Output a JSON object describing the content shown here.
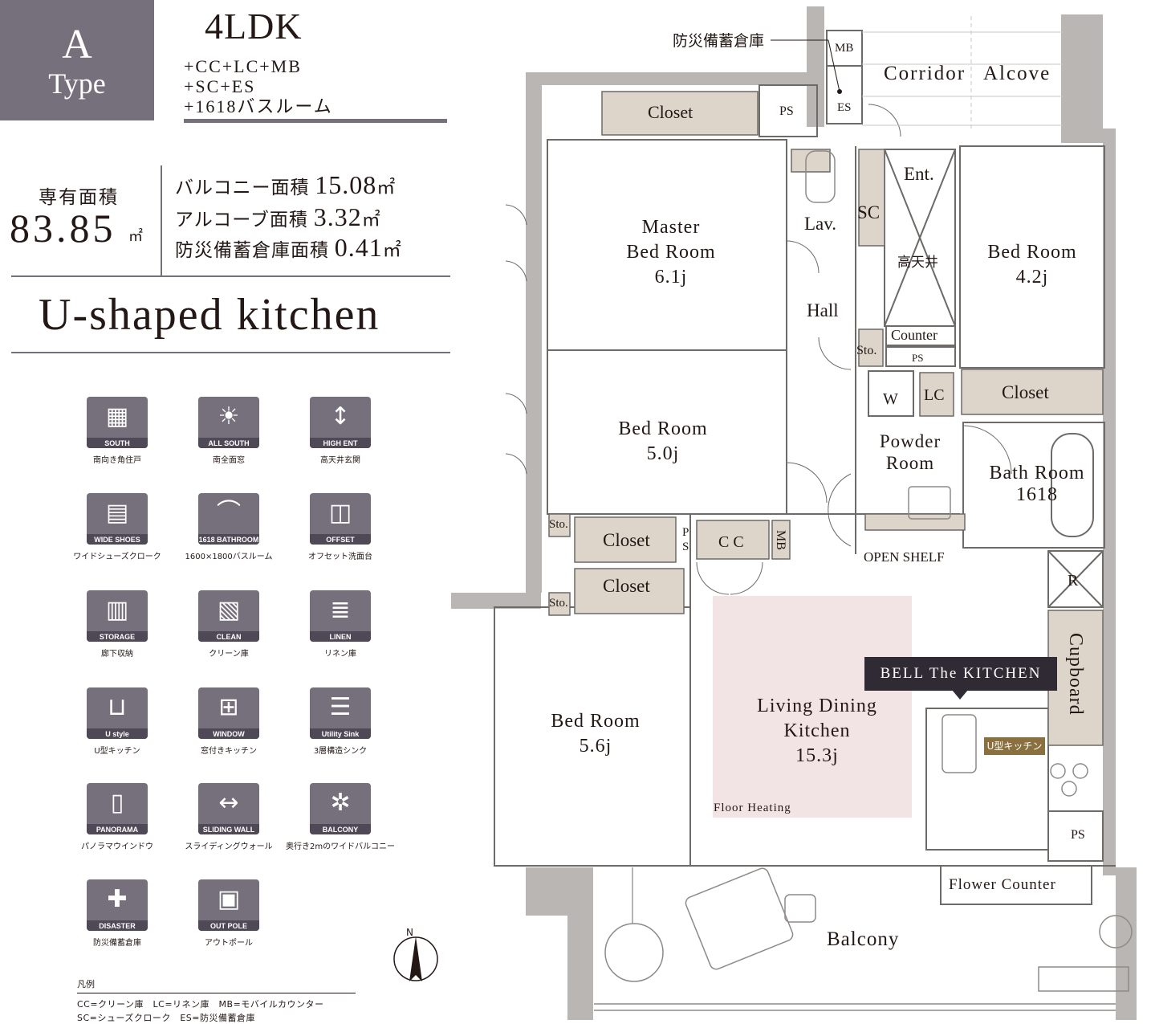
{
  "header": {
    "type_letter": "A",
    "type_word": "Type",
    "layout": "4LDK",
    "options": [
      "+CC+LC+MB",
      "+SC+ES",
      "+1618バスルーム"
    ]
  },
  "area": {
    "label": "専有面積",
    "value": "83.85",
    "unit": "㎡",
    "sub": [
      {
        "label": "バルコニー面積",
        "value": "15.08",
        "unit": "㎡"
      },
      {
        "label": "アルコーブ面積",
        "value": "3.32",
        "unit": "㎡"
      },
      {
        "label": "防災備蓄倉庫面積",
        "value": "0.41",
        "unit": "㎡"
      }
    ]
  },
  "kitchen_heading": "U-shaped kitchen",
  "features": [
    {
      "icon": "south-building-icon",
      "caption": "SOUTH",
      "glyph": "▦",
      "label": "南向き角住戸"
    },
    {
      "icon": "all-south-window-icon",
      "caption": "ALL SOUTH",
      "glyph": "☀",
      "label": "南全面窓"
    },
    {
      "icon": "high-entrance-icon",
      "caption": "HIGH ENT",
      "glyph": "↕",
      "label": "高天井玄関"
    },
    {
      "icon": "wide-shoes-icon",
      "caption": "WIDE SHOES",
      "glyph": "▤",
      "label": "ワイドシューズクローク"
    },
    {
      "icon": "bathroom-1618-icon",
      "caption": "1618 BATHROOM",
      "glyph": "⌒",
      "label": "1600×1800バスルーム"
    },
    {
      "icon": "offset-sink-icon",
      "caption": "OFFSET",
      "glyph": "◫",
      "label": "オフセット洗面台"
    },
    {
      "icon": "storage-icon",
      "caption": "STORAGE",
      "glyph": "▥",
      "label": "廊下収納"
    },
    {
      "icon": "clean-storage-icon",
      "caption": "CLEAN",
      "glyph": "▧",
      "label": "クリーン庫"
    },
    {
      "icon": "linen-storage-icon",
      "caption": "LINEN",
      "glyph": "≣",
      "label": "リネン庫"
    },
    {
      "icon": "u-style-kitchen-icon",
      "caption": "U style",
      "glyph": "⊔",
      "label": "U型キッチン"
    },
    {
      "icon": "window-kitchen-icon",
      "caption": "WINDOW",
      "glyph": "⊞",
      "label": "窓付きキッチン"
    },
    {
      "icon": "utility-sink-icon",
      "caption": "Utility Sink",
      "glyph": "☰",
      "label": "3層構造シンク"
    },
    {
      "icon": "panorama-window-icon",
      "caption": "PANORAMA",
      "glyph": "▯",
      "label": "パノラマウインドウ"
    },
    {
      "icon": "sliding-wall-icon",
      "caption": "SLIDING WALL",
      "glyph": "↔",
      "label": "スライディングウォール"
    },
    {
      "icon": "wide-balcony-icon",
      "caption": "BALCONY",
      "glyph": "✲",
      "label": "奥行き2mのワイドバルコニー"
    },
    {
      "icon": "disaster-storage-icon",
      "caption": "DISASTER",
      "glyph": "✚",
      "label": "防災備蓄倉庫"
    },
    {
      "icon": "out-pole-icon",
      "caption": "OUT POLE",
      "glyph": "▣",
      "label": "アウトポール"
    }
  ],
  "legend": {
    "title": "凡例",
    "lines": [
      "CC=クリーン庫　LC=リネン庫　MB=モバイルカウンター",
      "SC=シューズクローク　ES=防災備蓄倉庫"
    ]
  },
  "plan": {
    "disaster_storage_callout": "防災備蓄倉庫",
    "corridor": "Corridor",
    "alcove": "Alcove",
    "mb": "MB",
    "es": "ES",
    "ps": "PS",
    "closet": "Closet",
    "entrance": "Ent.",
    "sc": "SC",
    "lav": "Lav.",
    "high_ceiling": "高天井",
    "hall": "Hall",
    "counter": "Counter",
    "sto": "Sto.",
    "w": "W",
    "lc": "LC",
    "powder_room": [
      "Powder",
      "Room"
    ],
    "open_shelf": "OPEN SHELF",
    "bath_room": [
      "Bath Room",
      "1618"
    ],
    "master": [
      "Master",
      "Bed Room",
      "6.1j"
    ],
    "bed_4": [
      "Bed Room",
      "4.2j"
    ],
    "bed_5": [
      "Bed Room",
      "5.0j"
    ],
    "bed_56": [
      "Bed Room",
      "5.6j"
    ],
    "ldk": [
      "Living Dining",
      "Kitchen",
      "15.3j"
    ],
    "floor_heating": "Floor Heating",
    "cc": "C C",
    "p": "P",
    "s": "S",
    "r": "R",
    "cupboard": "Cupboard",
    "bell_kitchen": "BELL The KITCHEN",
    "u_kitchen_badge": "U型キッチン",
    "flower_counter": "Flower Counter",
    "balcony": "Balcony",
    "north": "N"
  },
  "colors": {
    "accent": "#76707d",
    "accent_dark": "#4f4957",
    "storage_fill": "#ddd4ca",
    "ldk_fill": "#f2e3e5",
    "wall": "#b9b6b3",
    "bell_bg": "#2f2a33",
    "badge": "#8a6f3f"
  }
}
